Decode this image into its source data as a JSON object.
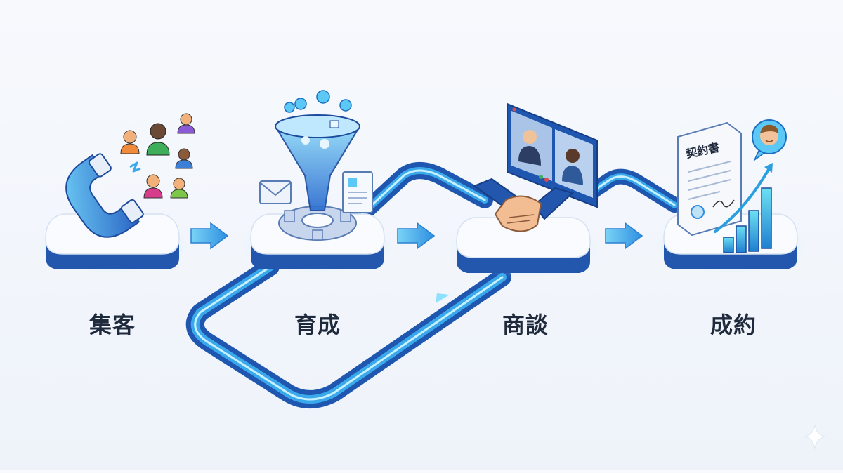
{
  "stages": [
    {
      "label": "集客",
      "icon": "magnet-icon"
    },
    {
      "label": "育成",
      "icon": "funnel-gear-icon"
    },
    {
      "label": "商談",
      "icon": "handshake-video-call-icon"
    },
    {
      "label": "成約",
      "icon": "contract-growth-chart-icon"
    }
  ],
  "contract": {
    "title": "契約書"
  },
  "colors": {
    "primary_blue": "#2f6fd0",
    "light_blue": "#5cc8f5",
    "dark_blue": "#1f4fa3",
    "platform_top": "#f9fbff",
    "text": "#1f2a3c"
  }
}
